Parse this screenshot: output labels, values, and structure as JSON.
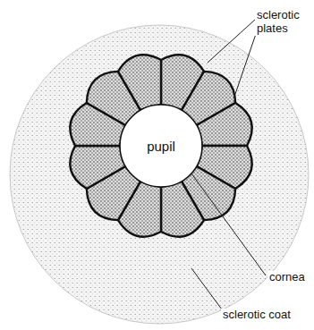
{
  "diagram": {
    "nodes": [
      {
        "text": [
          "pupil"
        ]
      }
    ],
    "labels": [
      "sclerotic plates",
      "cornea",
      "sclerotic coat"
    ]
  }
}
